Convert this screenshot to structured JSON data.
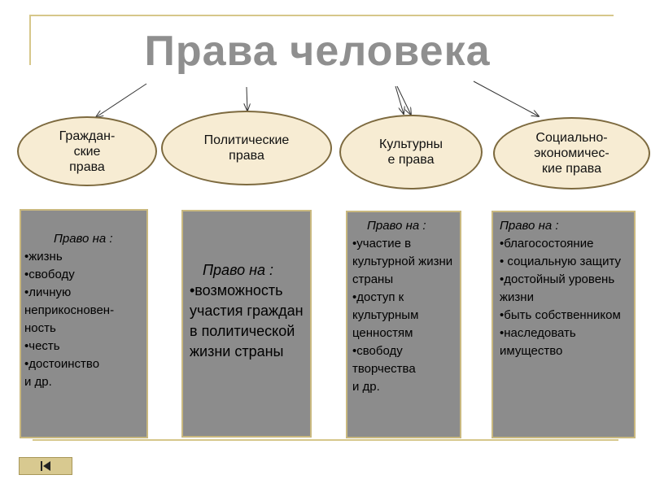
{
  "title": "Права человека",
  "categories": [
    {
      "label": "Граждан-\nские\nправа"
    },
    {
      "label": "Политические\nправа"
    },
    {
      "label": "Культурны\nе права"
    },
    {
      "label": "Социально-\nэкономичес-\nкие права"
    }
  ],
  "boxes": [
    {
      "heading": "Право на :",
      "items": [
        "•жизнь",
        "•свободу",
        "•личную неприкосновен-ность",
        "•честь",
        "•достоинство",
        "и др."
      ]
    },
    {
      "heading": "Право на :",
      "items": [
        "•возможность участия граждан в политической жизни страны"
      ]
    },
    {
      "heading": "Право на :",
      "items": [
        "•участие в культурной жизни страны",
        "•доступ к культурным ценностям",
        "•свободу творчества",
        "и др."
      ]
    },
    {
      "heading": "Право на :",
      "items": [
        "•благосостояние",
        "• социальную защиту",
        "•достойный уровень жизни",
        "•быть собственником",
        "•наследовать имущество"
      ]
    }
  ],
  "nav": {
    "icon": "back-to-start-icon"
  },
  "colors": {
    "oval_fill": "#f7ecd3",
    "box_fill": "#8c8c8c",
    "frame": "#d6c78a",
    "title": "#8f8f8f"
  }
}
